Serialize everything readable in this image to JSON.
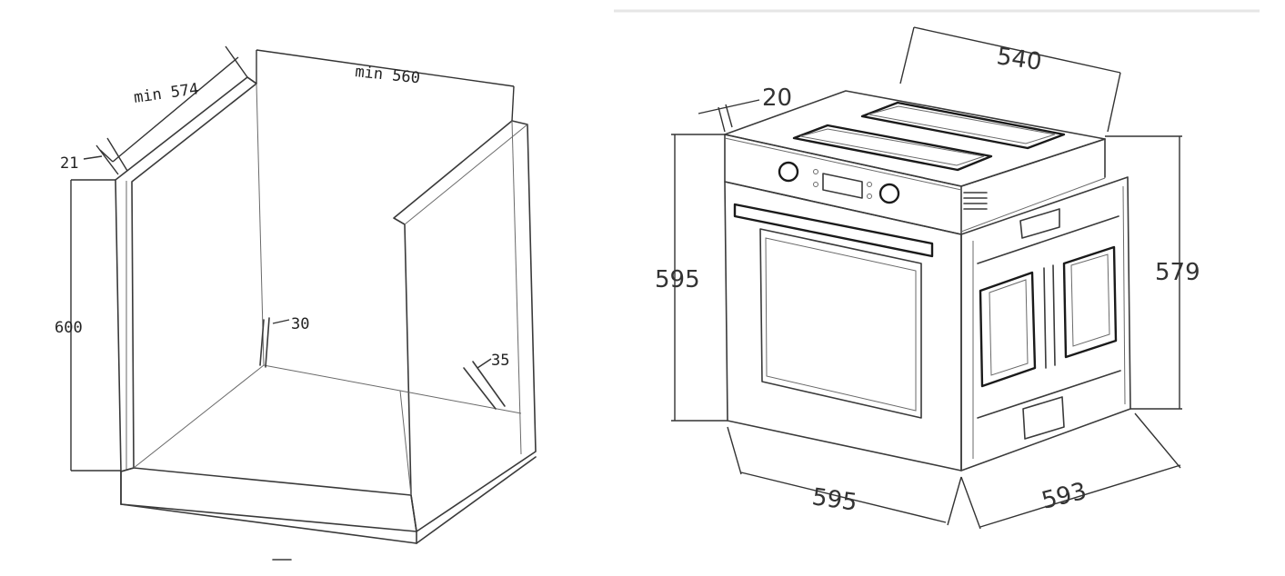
{
  "cabinet": {
    "dim_depth": "min 574",
    "dim_width": "min 560",
    "dim_panel": "21",
    "dim_height": "600",
    "dim_vent_back": "30",
    "dim_vent_side": "35"
  },
  "oven": {
    "dim_depth": "540",
    "dim_front_panel": "20",
    "dim_height": "595",
    "dim_body_height": "579",
    "dim_width": "595",
    "dim_body_depth": "593"
  }
}
